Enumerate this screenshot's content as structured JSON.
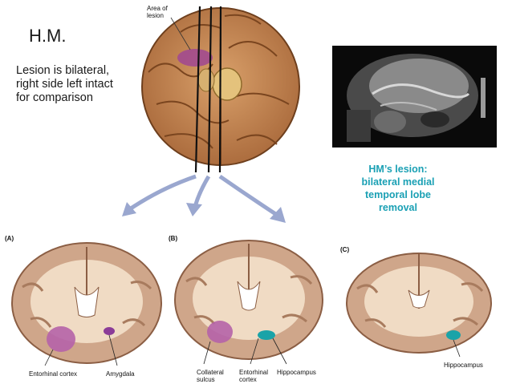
{
  "title": "H.M.",
  "description": [
    "Lesion is bilateral,",
    "right side left intact",
    "for comparison"
  ],
  "area_label": [
    "Area of",
    "lesion"
  ],
  "mri_caption": [
    "HM’s lesion:",
    "bilateral medial",
    "temporal lobe",
    "removal"
  ],
  "panels": [
    {
      "letter": "(A)",
      "labels": [
        "Entorhinal cortex",
        "Amygdala"
      ]
    },
    {
      "letter": "(B)",
      "labels": [
        "Collateral",
        "sulcus",
        "Entorhinal",
        "cortex",
        "Hippocampus"
      ]
    },
    {
      "letter": "(C)",
      "labels": [
        "Hippocampus"
      ]
    }
  ],
  "colors": {
    "caption": "#1aa0b4",
    "lesion": "#9b3f92",
    "hippocampus": "#1aa3a8"
  }
}
